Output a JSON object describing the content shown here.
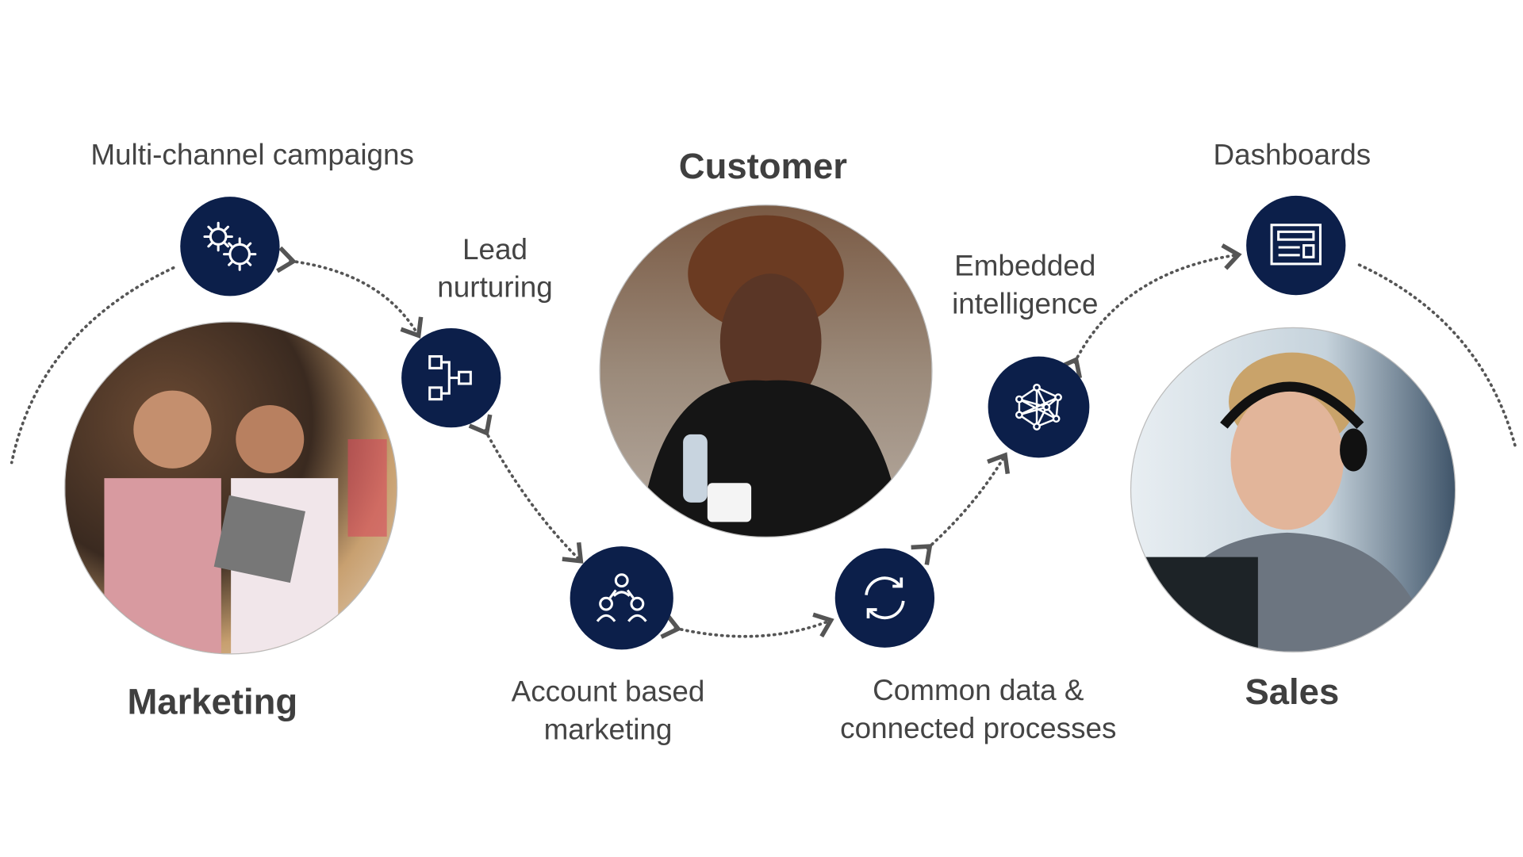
{
  "labels": {
    "multichannel": "Multi-channel campaigns",
    "customer": "Customer",
    "dashboards": "Dashboards",
    "lead_1": "Lead",
    "lead_2": "nurturing",
    "embedded_1": "Embedded",
    "embedded_2": "intelligence",
    "abm_1": "Account based",
    "abm_2": "marketing",
    "common_1": "Common data &",
    "common_2": "connected processes",
    "marketing": "Marketing",
    "sales": "Sales"
  },
  "colors": {
    "icon_bg": "#0c1f4a",
    "text": "#444444",
    "dots": "#555555"
  }
}
